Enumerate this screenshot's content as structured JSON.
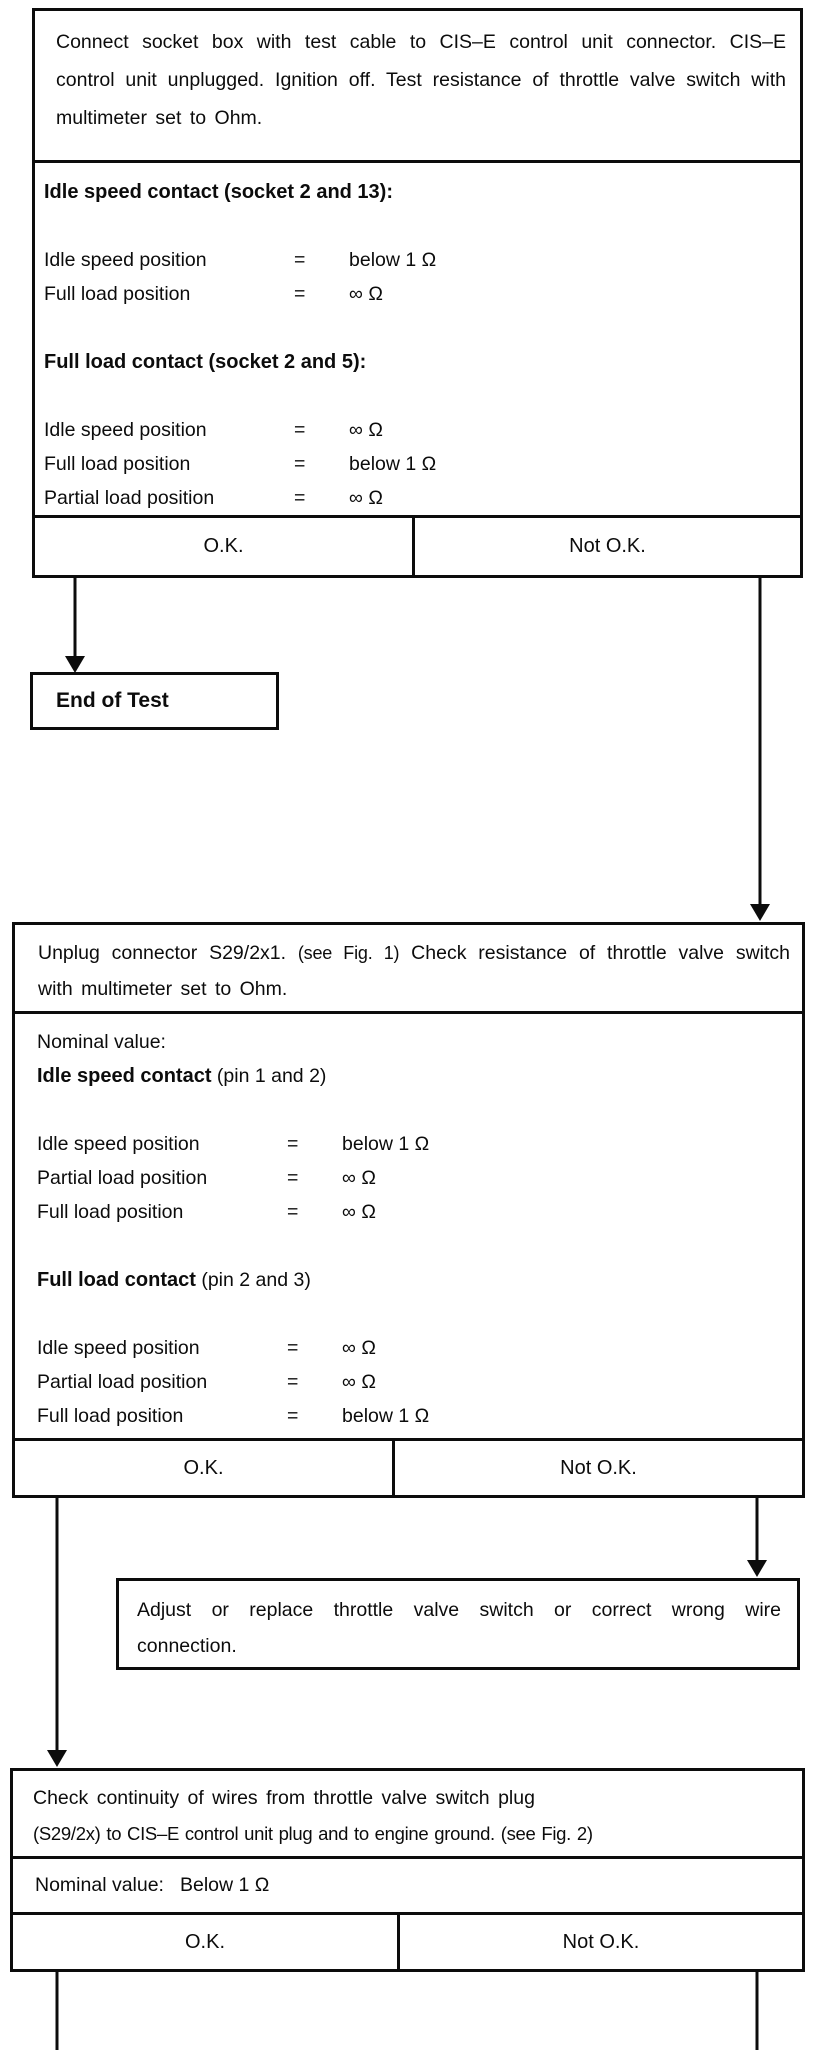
{
  "glyphs": {
    "eq": "="
  },
  "box1": {
    "intro": "Connect socket box with test cable to CIS–E control unit connector. CIS–E control unit unplugged. Ignition off. Test resistance of throttle valve switch with multimeter set to Ohm.",
    "idle_heading": "Idle speed contact (socket 2 and 13):",
    "idle_rows": [
      {
        "label": "Idle speed position",
        "value": "below 1 Ω"
      },
      {
        "label": "Full load position",
        "value": "∞ Ω"
      }
    ],
    "full_heading": "Full load contact (socket 2 and 5):",
    "full_rows": [
      {
        "label": "Idle speed position",
        "value": "∞ Ω"
      },
      {
        "label": "Full load position",
        "value": "below 1 Ω"
      },
      {
        "label": "Partial load position",
        "value": "∞ Ω"
      }
    ],
    "ok": "O.K.",
    "not_ok": "Not O.K."
  },
  "end_box": {
    "label": "End of Test"
  },
  "box2": {
    "intro_main": "Unplug connector S29/2x1.",
    "intro_fig": "(see Fig. 1)",
    "intro_rest": "Check resistance of throttle valve switch with multimeter set to Ohm.",
    "nominal_label": "Nominal value:",
    "idle_heading_bold": "Idle speed contact",
    "idle_heading_rest": "(pin 1 and 2)",
    "idle_rows": [
      {
        "label": "Idle speed position",
        "value": "below 1 Ω"
      },
      {
        "label": "Partial load position",
        "value": "∞ Ω"
      },
      {
        "label": "Full load position",
        "value": "∞ Ω"
      }
    ],
    "full_heading_bold": "Full load contact",
    "full_heading_rest": "(pin 2 and 3)",
    "full_rows": [
      {
        "label": "Idle speed position",
        "value": "∞ Ω"
      },
      {
        "label": "Partial load position",
        "value": "∞ Ω"
      },
      {
        "label": "Full load position",
        "value": "below 1 Ω"
      }
    ],
    "ok": "O.K.",
    "not_ok": "Not O.K."
  },
  "box3": {
    "text": "Adjust or replace throttle valve switch or correct wrong wire connection."
  },
  "box4": {
    "line1": "Check continuity of wires from throttle valve switch plug",
    "line2": "(S29/2x) to CIS–E control unit plug and to engine ground. (see Fig. 2)",
    "nominal_label": "Nominal value:",
    "nominal_value": "Below 1 Ω",
    "ok": "O.K.",
    "not_ok": "Not O.K."
  }
}
